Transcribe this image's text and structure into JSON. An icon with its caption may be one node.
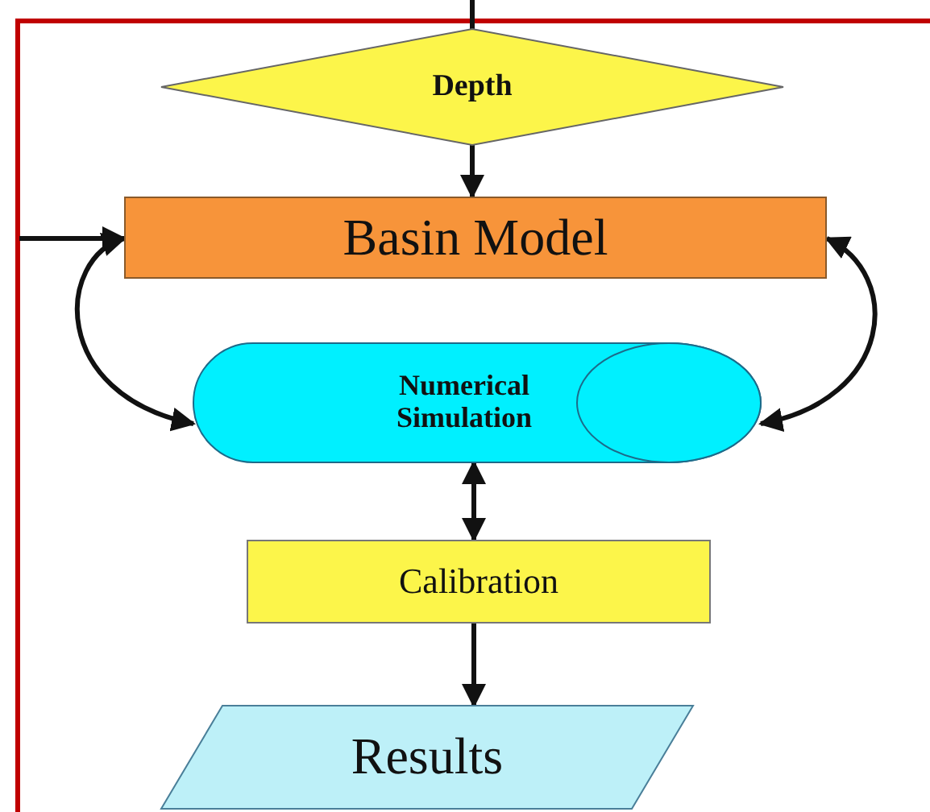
{
  "diagram": {
    "nodes": [
      {
        "text": [
          "Depth"
        ]
      },
      {
        "text": [
          "Basin Model"
        ]
      },
      {
        "text": [
          "Numerical Simulation"
        ]
      },
      {
        "text": [
          "Calibration"
        ]
      },
      {
        "text": [
          "Results"
        ]
      }
    ],
    "edges": [
      {
        "from": null,
        "to": 0,
        "arrow": "none"
      },
      {
        "from": 0,
        "to": 1,
        "arrow": "to"
      },
      {
        "from": null,
        "to": 1,
        "arrow": "to"
      },
      {
        "from": 1,
        "to": 2,
        "arrow": "both"
      },
      {
        "from": 1,
        "to": 2,
        "arrow": "both"
      },
      {
        "from": 2,
        "to": 3,
        "arrow": "both"
      },
      {
        "from": 3,
        "to": 4,
        "arrow": "to"
      }
    ]
  }
}
